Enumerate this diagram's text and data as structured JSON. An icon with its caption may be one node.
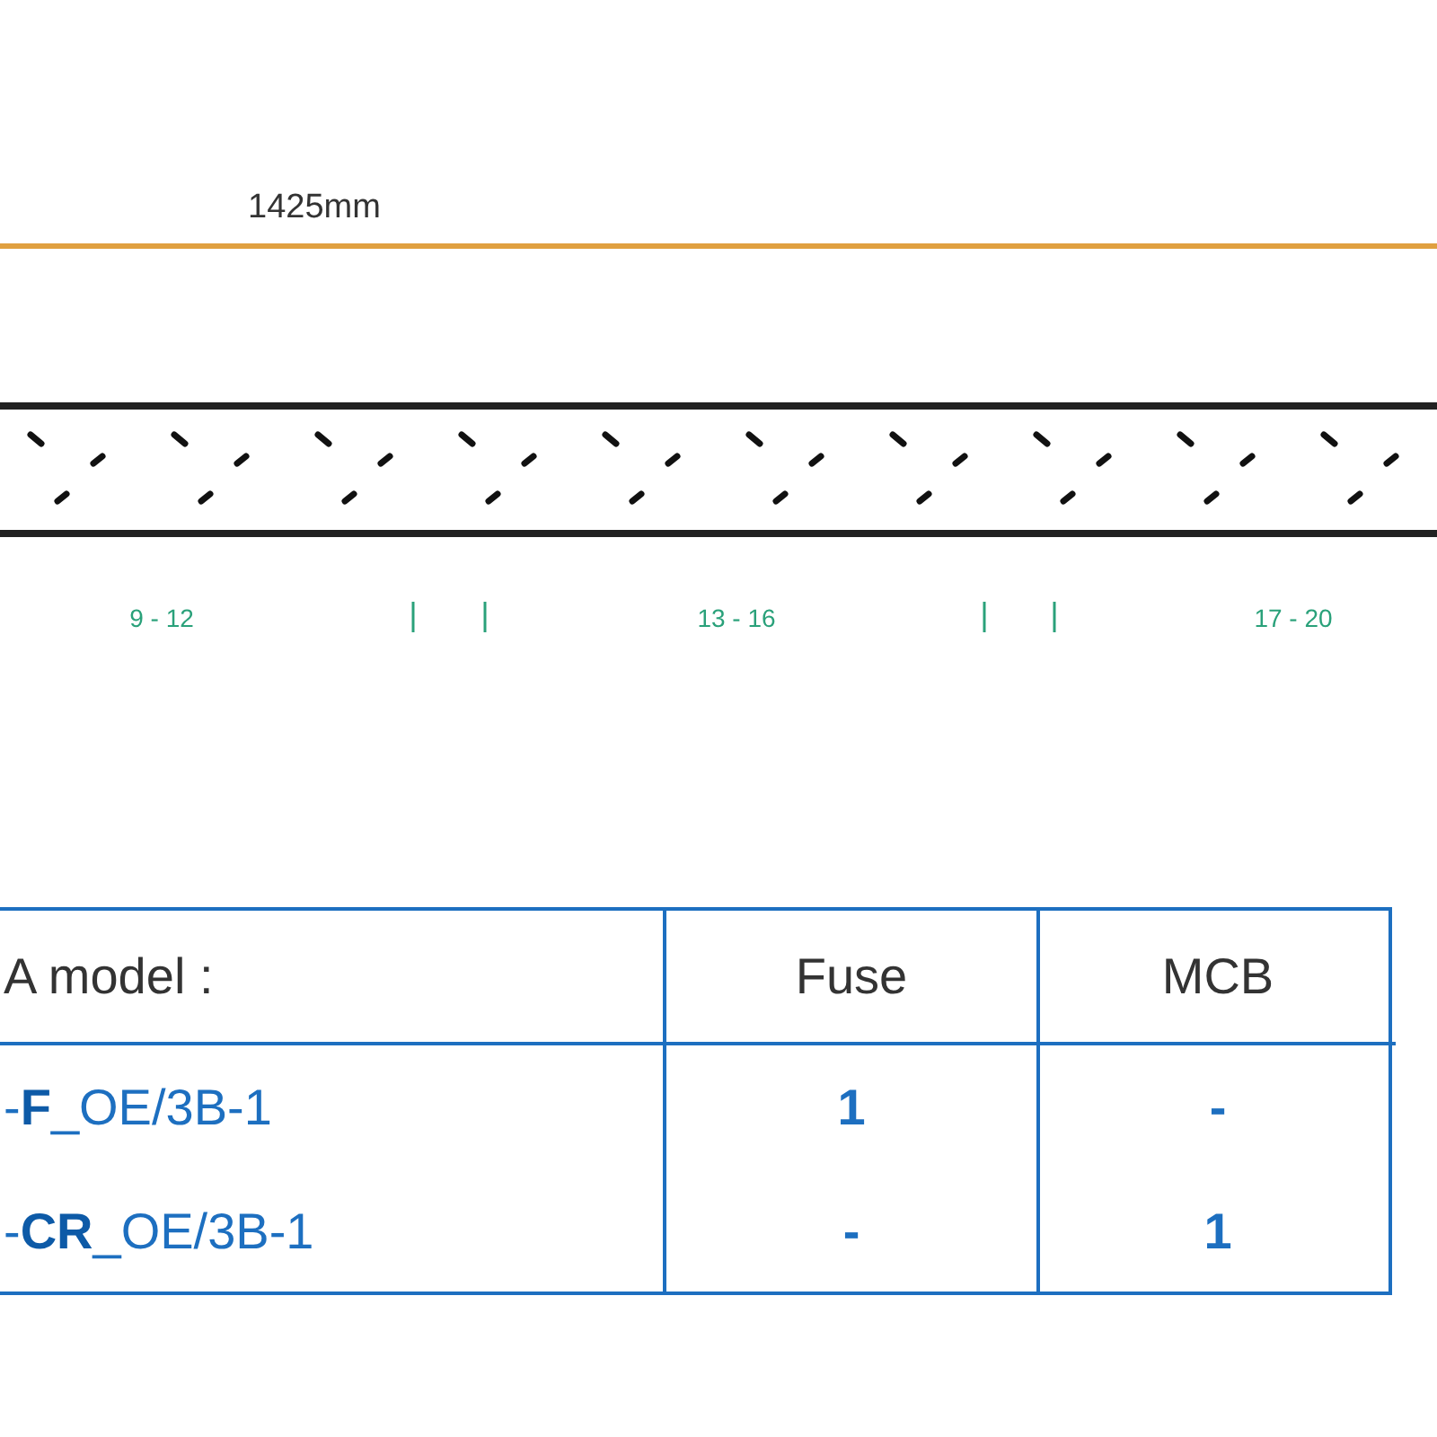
{
  "diagram": {
    "labels": [
      "1425mm",
      "9 - 12",
      "13 - 16",
      "17 - 20",
      "A model :",
      "Fuse",
      "MCB",
      "-**F**_OE/3B-1",
      "1",
      "-",
      "-**CR**_OE/3B-1",
      "-",
      "1"
    ]
  }
}
